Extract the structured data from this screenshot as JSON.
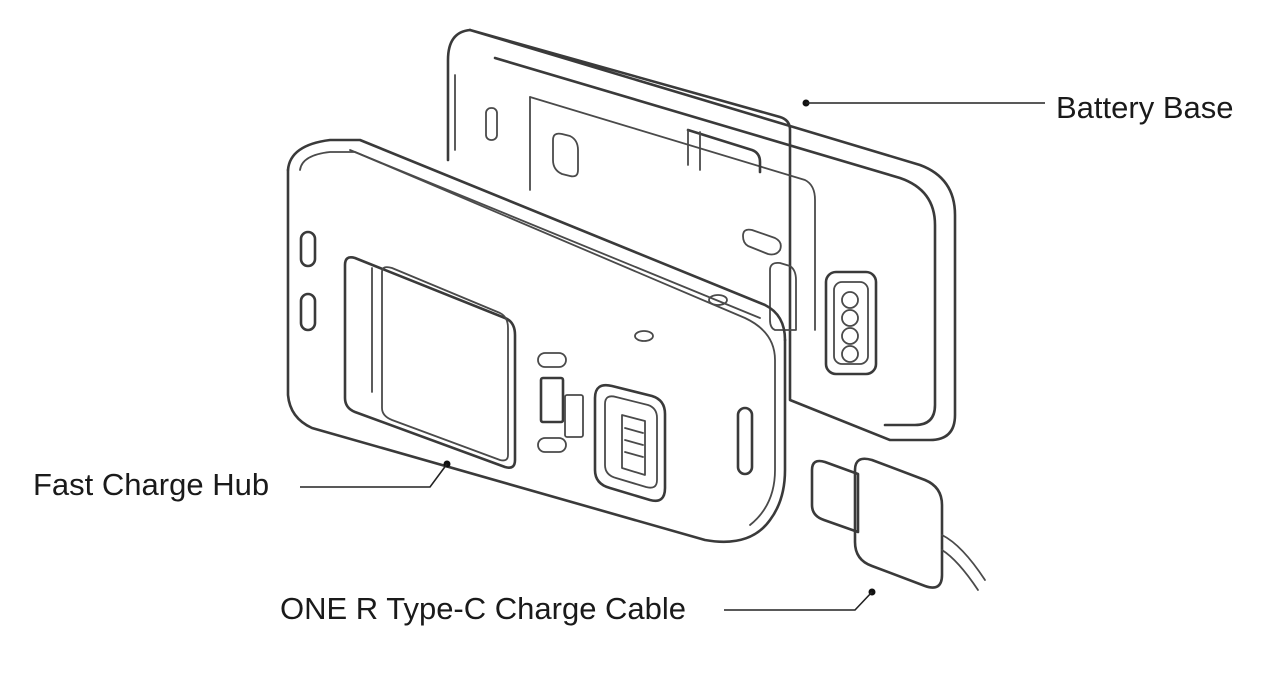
{
  "labels": {
    "battery_base": "Battery Base",
    "fast_charge_hub": "Fast Charge Hub",
    "charge_cable": "ONE R Type-C Charge Cable"
  },
  "colors": {
    "line": "#3a3a3a",
    "text": "#1a1a1a",
    "background": "#ffffff"
  }
}
